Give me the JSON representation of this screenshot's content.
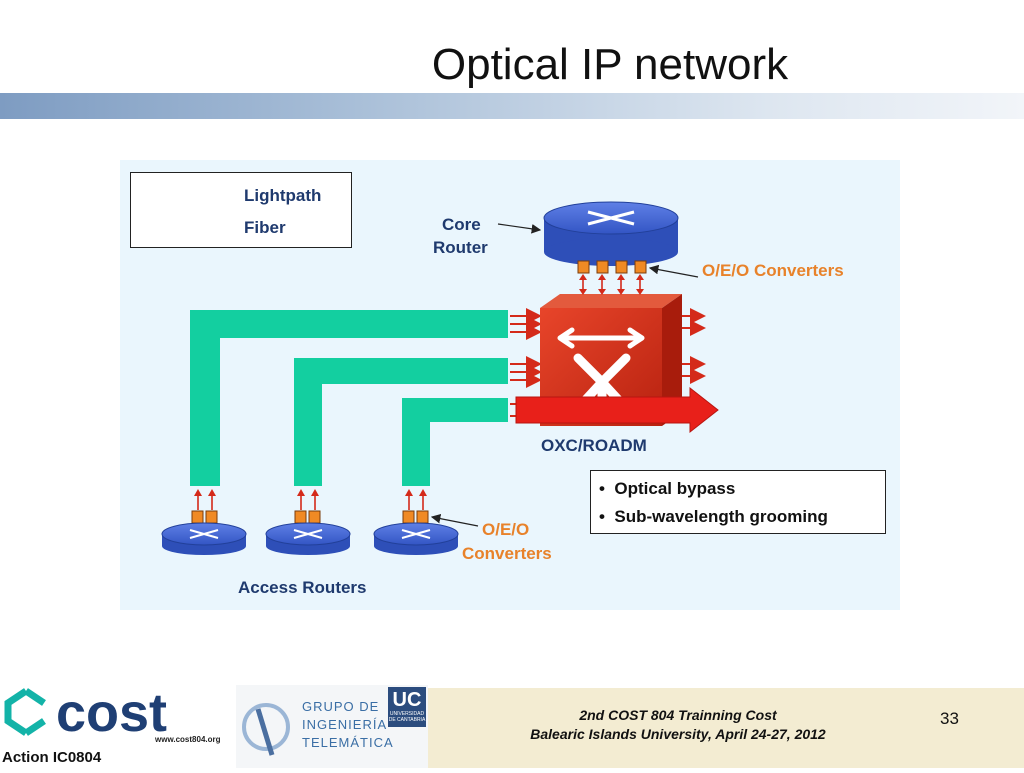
{
  "slide": {
    "title": "Optical IP network",
    "page_number": "33"
  },
  "diagram": {
    "legend": {
      "lightpath": "Lightpath",
      "fiber": "Fiber"
    },
    "core_router": {
      "line1": "Core",
      "line2": "Router"
    },
    "oeo_top": "O/E/O Converters",
    "oxc_label": "OXC/ROADM",
    "bullets": [
      "Optical bypass",
      "Sub-wavelength grooming"
    ],
    "oeo_bottom": {
      "line1": "O/E/O",
      "line2": "Converters"
    },
    "access_routers": "Access Routers",
    "colors": {
      "fiber": "#13cfa0",
      "lightpath": "#d42a1a",
      "oxc": "#d8341f",
      "router": "#3e5fcf",
      "converter": "#f08a24",
      "background": "#eaf6fd",
      "label_blue": "#1f3a6e",
      "label_orange": "#e8822a"
    }
  },
  "footer": {
    "line1": "2nd  COST 804 Trainning Cost",
    "line2": "Balearic Islands University, April 24-27, 2012",
    "cost_logo_text": "cost",
    "cost_url": "www.cost804.org",
    "action": "Action IC0804",
    "grupo_lines": [
      "GRUPO DE",
      "INGENIERÍA",
      "TELEMÁTICA"
    ],
    "uc_logo": "UC",
    "uc_sub": "UNIVERSIDAD DE CANTABRIA"
  }
}
